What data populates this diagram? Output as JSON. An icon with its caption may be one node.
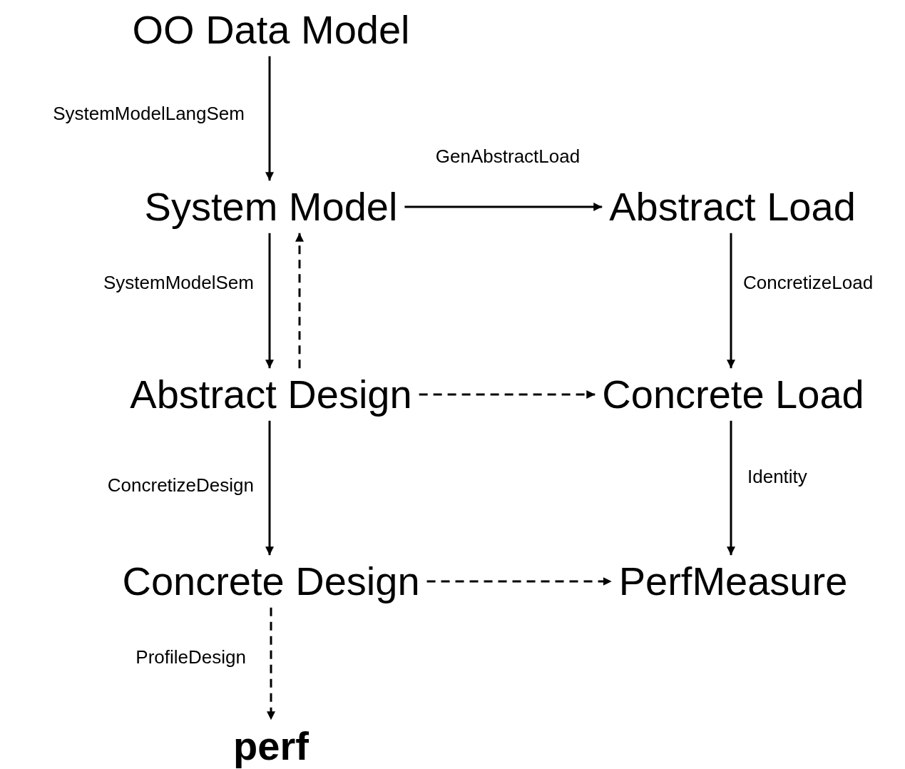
{
  "diagram": {
    "nodes": [
      {
        "text": [
          "OO Data Model"
        ]
      },
      {
        "text": [
          "System Model"
        ]
      },
      {
        "text": [
          "Abstract Load"
        ]
      },
      {
        "text": [
          "Abstract Design"
        ]
      },
      {
        "text": [
          "Concrete Load"
        ]
      },
      {
        "text": [
          "Concrete Design"
        ]
      },
      {
        "text": [
          "PerfMeasure"
        ]
      },
      {
        "text": [
          "perf"
        ]
      }
    ],
    "edges": [
      {
        "from": 0,
        "to": 1,
        "arrow": "to",
        "label": "SystemModelLangSem"
      },
      {
        "from": 1,
        "to": 2,
        "arrow": "to",
        "label": "GenAbstractLoad"
      },
      {
        "from": 1,
        "to": 3,
        "arrow": "to",
        "label": "SystemModelSem"
      },
      {
        "from": 3,
        "to": 1,
        "arrow": "to",
        "style": "dashed"
      },
      {
        "from": 2,
        "to": 4,
        "arrow": "to",
        "label": "ConcretizeLoad"
      },
      {
        "from": 3,
        "to": 4,
        "arrow": "to",
        "style": "dashed"
      },
      {
        "from": 3,
        "to": 5,
        "arrow": "to",
        "label": "ConcretizeDesign"
      },
      {
        "from": 4,
        "to": 6,
        "arrow": "to",
        "label": "Identity"
      },
      {
        "from": 5,
        "to": 6,
        "arrow": "to",
        "style": "dashed"
      },
      {
        "from": 5,
        "to": 7,
        "arrow": "to",
        "style": "dashed",
        "label": "ProfileDesign"
      }
    ]
  }
}
